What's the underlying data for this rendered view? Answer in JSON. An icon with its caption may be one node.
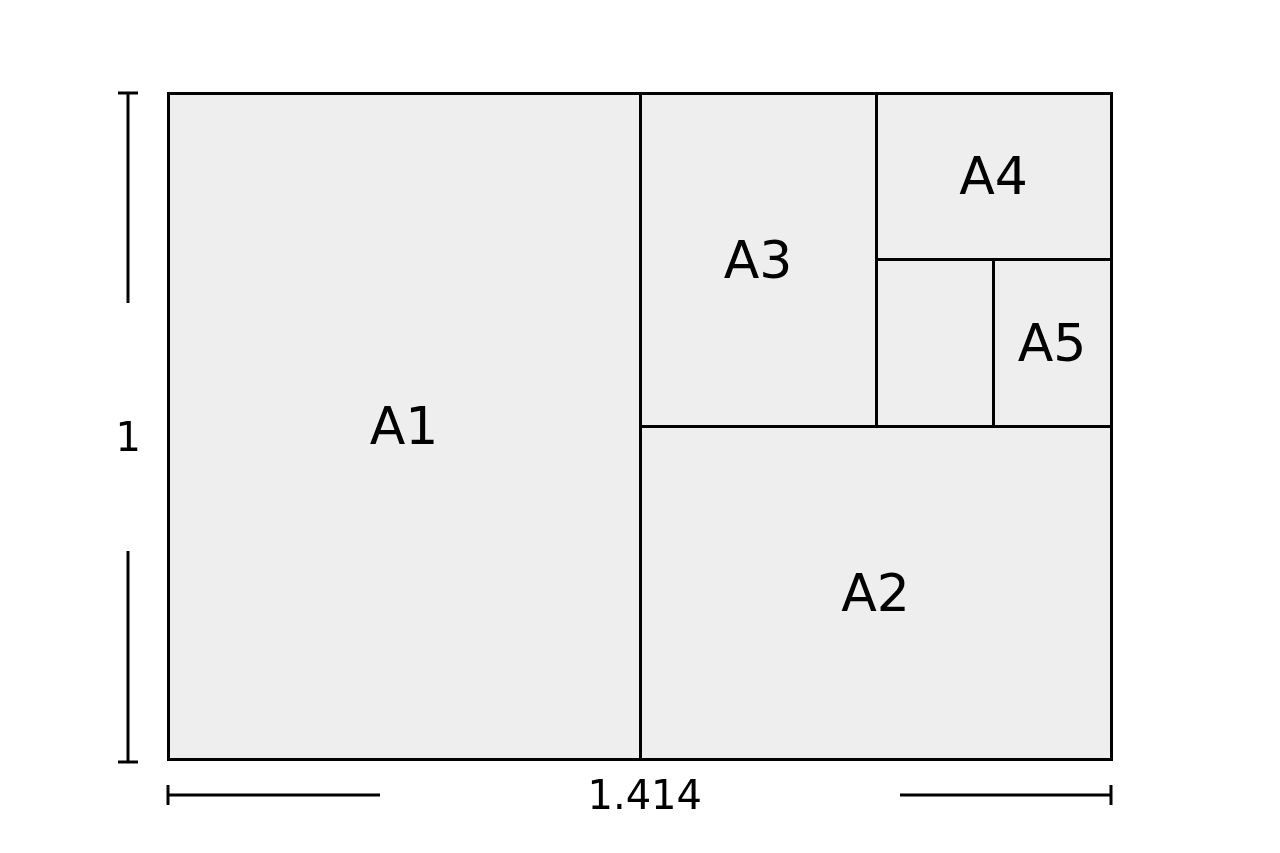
{
  "diagram": {
    "nodes": [
      {
        "text": [
          "A1"
        ]
      },
      {
        "text": [
          "A3"
        ]
      },
      {
        "text": [
          "A4"
        ]
      },
      {
        "text": [],
        "shape": "box"
      },
      {
        "text": [
          "A5"
        ]
      },
      {
        "text": [
          "A2"
        ]
      }
    ],
    "labels": [
      "1",
      "1.414"
    ]
  }
}
